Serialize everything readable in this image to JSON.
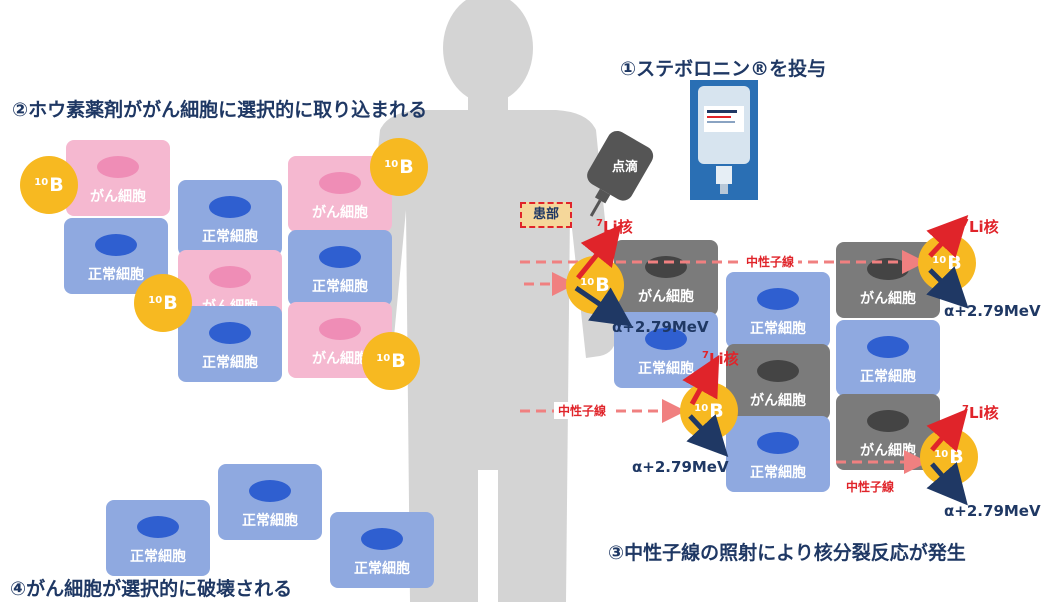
{
  "headings": {
    "step1": "①ステボロニン®を投与",
    "step2": "②ホウ素薬剤ががん細胞に選択的に取り込まれる",
    "step3": "③中性子線の照射により核分裂反応が発生",
    "step4": "④がん細胞が選択的に破壊される"
  },
  "labels": {
    "cancer_cell": "がん細胞",
    "normal_cell": "正常細胞",
    "drip": "点滴",
    "affected_area": "患部",
    "neutron_beam": "中性子線",
    "li_nucleus": "Li核",
    "li_mass": "7",
    "alpha": "α+2.79MeV",
    "boron_symbol": "B",
    "boron_mass": "10"
  },
  "colors": {
    "heading": "#1f3864",
    "boron": "#f7b921",
    "cancer_cell": "#f5b8d0",
    "normal_cell": "#8fa9e0",
    "destroyed_cell": "#7b7b7b",
    "reaction_red": "#e0242a",
    "silhouette": "#d4d4d4"
  }
}
